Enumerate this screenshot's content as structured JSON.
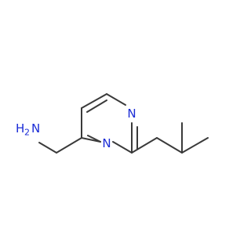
{
  "colors": {
    "bond": "#3a3a3a",
    "nitrogen": "#1a2bd6",
    "background": "#ffffff"
  },
  "atoms": {
    "amine_n": "N",
    "amine_h": "H",
    "amine_h2": "2",
    "ring_n1": "N",
    "ring_n3": "N"
  }
}
